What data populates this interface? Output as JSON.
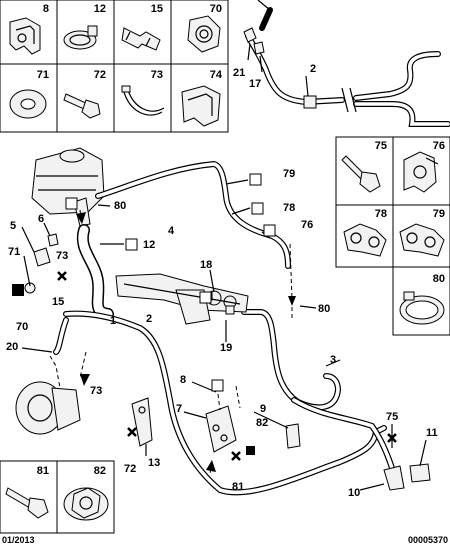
{
  "inset_top": {
    "cells": [
      {
        "num": "8",
        "icon": "pipe-clip-icon"
      },
      {
        "num": "12",
        "icon": "hose-clamp-icon"
      },
      {
        "num": "15",
        "icon": "connector-icon"
      },
      {
        "num": "70",
        "icon": "nut-icon"
      },
      {
        "num": "71",
        "icon": "washer-icon"
      },
      {
        "num": "72",
        "icon": "bolt-icon"
      },
      {
        "num": "73",
        "icon": "cable-tie-icon"
      },
      {
        "num": "74",
        "icon": "bracket-clip-icon"
      }
    ]
  },
  "inset_right": {
    "cells": [
      {
        "num": "75",
        "icon": "screw-icon"
      },
      {
        "num": "76",
        "icon": "pipe-clip-icon"
      },
      {
        "num": "78",
        "icon": "double-clip-icon"
      },
      {
        "num": "79",
        "icon": "double-clip-icon"
      },
      {
        "num": "80",
        "icon": "band-clamp-icon"
      }
    ]
  },
  "inset_bottom": {
    "cells": [
      {
        "num": "81",
        "icon": "bolt-icon"
      },
      {
        "num": "82",
        "icon": "flange-nut-icon"
      }
    ]
  },
  "callouts": {
    "c2_top": "2",
    "c21": "21",
    "c17": "17",
    "c79": "79",
    "c80a": "80",
    "c4": "4",
    "c78": "78",
    "c76": "76",
    "c5": "5",
    "c6": "6",
    "c12": "12",
    "c73a": "73",
    "c71": "71",
    "c15": "15",
    "c70": "70",
    "c1": "1",
    "c2": "2",
    "c18": "18",
    "c19": "19",
    "c80b": "80",
    "c20": "20",
    "c73b": "73",
    "c3": "3",
    "c8": "8",
    "c7": "7",
    "c9": "9",
    "c75": "75",
    "c11": "11",
    "c72": "72",
    "c13": "13",
    "c82": "82",
    "c81": "81",
    "c10": "10"
  },
  "footer": {
    "date": "01/2013",
    "ref": "00005370"
  }
}
